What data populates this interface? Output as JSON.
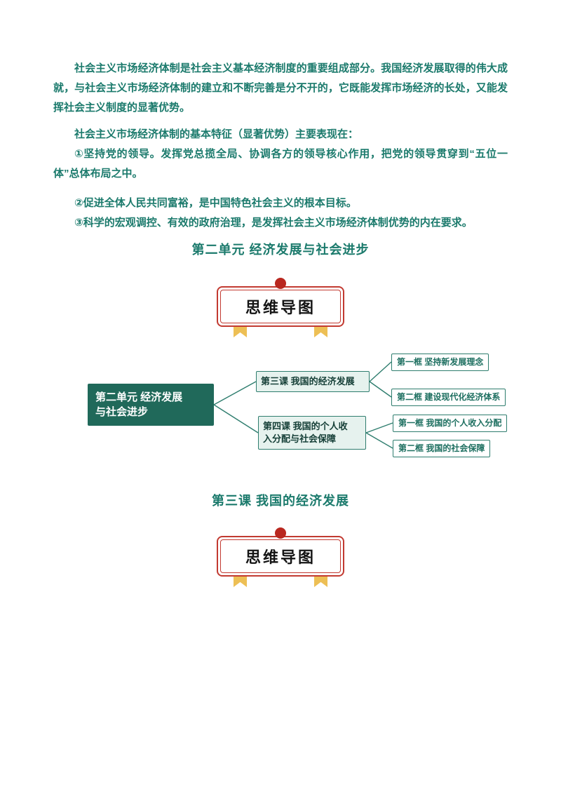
{
  "document": {
    "paragraphs": [
      "社会主义市场经济体制是社会主义基本经济制度的重要组成部分。我国经济发展取得的伟大成就，与社会主义市场经济体制的建立和不断完善是分不开的，它既能发挥市场经济的长处，又能发挥社会主义制度的显著优势。",
      "社会主义市场经济体制的基本特征（显著优势）主要表现在：",
      "①坚持党的领导。发挥党总揽全局、协调各方的领导核心作用，把党的领导贯穿到“五位一体”总体布局之中。",
      "②促进全体人民共同富裕，是中国特色社会主义的根本目标。",
      "③科学的宏观调控、有效的政府治理，是发挥社会主义市场经济体制优势的内在要求。"
    ]
  },
  "section1": {
    "heading": "第二单元 经济发展与社会进步",
    "badge_label": "思维导图",
    "mindmap": {
      "root": "第二单元  经济发展\n与社会进步",
      "branch1": "第三课 我国的经济发展",
      "branch2": "第四课 我国的个人收\n入分配与社会保障",
      "leaves": [
        "第一框 坚持新发展理念",
        "第二框 建设现代化经济体系",
        "第一框 我国的个人收入分配",
        "第二框 我国的社会保障"
      ]
    }
  },
  "section2": {
    "heading": "第三课 我国的经济发展",
    "badge_label": "思维导图"
  },
  "colors": {
    "teal_text": "#1b7a6c",
    "root_node_fill": "#20695a",
    "branch_node_fill": "#e6f2ee",
    "node_border": "#2e7d6e",
    "badge_red": "#c23a31",
    "ribbon_gold": "#edbf55"
  }
}
